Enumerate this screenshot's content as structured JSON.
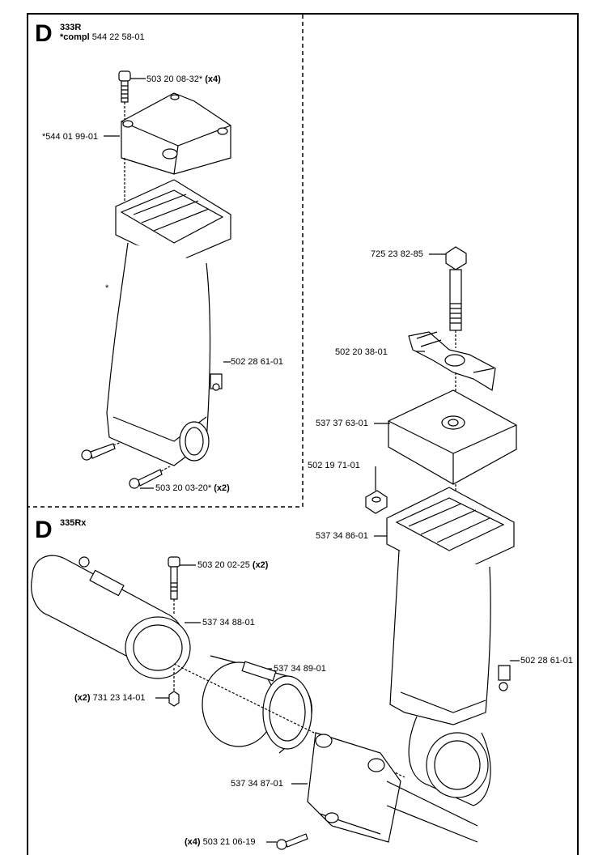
{
  "section_333r": {
    "letter": "D",
    "model": "333R",
    "compl_prefix": "*compl",
    "compl_number": "544 22 58-01"
  },
  "section_335rx": {
    "letter": "D",
    "model": "335Rx"
  },
  "callouts": [
    {
      "id": "c1",
      "text": "503 20 08-32*",
      "qty": "(x4)"
    },
    {
      "id": "c2",
      "text": "*544 01 99-01",
      "qty": ""
    },
    {
      "id": "c3",
      "text": "502 28 61-01",
      "qty": ""
    },
    {
      "id": "c4",
      "text": "503 20 03-20*",
      "qty": "(x2)"
    },
    {
      "id": "c5",
      "text": "725 23 82-85",
      "qty": ""
    },
    {
      "id": "c6",
      "text": "502 20 38-01",
      "qty": ""
    },
    {
      "id": "c7",
      "text": "537 37 63-01",
      "qty": ""
    },
    {
      "id": "c8",
      "text": "502 19 71-01",
      "qty": ""
    },
    {
      "id": "c9",
      "text": "537 34 86-01",
      "qty": ""
    },
    {
      "id": "c10",
      "text": "503 20 02-25",
      "qty": "(x2)"
    },
    {
      "id": "c11",
      "text": "537 34 88-01",
      "qty": ""
    },
    {
      "id": "c12",
      "text": "537 34 89-01",
      "qty": ""
    },
    {
      "id": "c13",
      "text": "731 23 14-01",
      "qty": "(x2)"
    },
    {
      "id": "c14",
      "text": "502 28 61-01",
      "qty": ""
    },
    {
      "id": "c15",
      "text": "537 34 87-01",
      "qty": ""
    },
    {
      "id": "c16",
      "text": "503 21 06-19",
      "qty": "(x4)"
    }
  ],
  "star_marker": "*"
}
